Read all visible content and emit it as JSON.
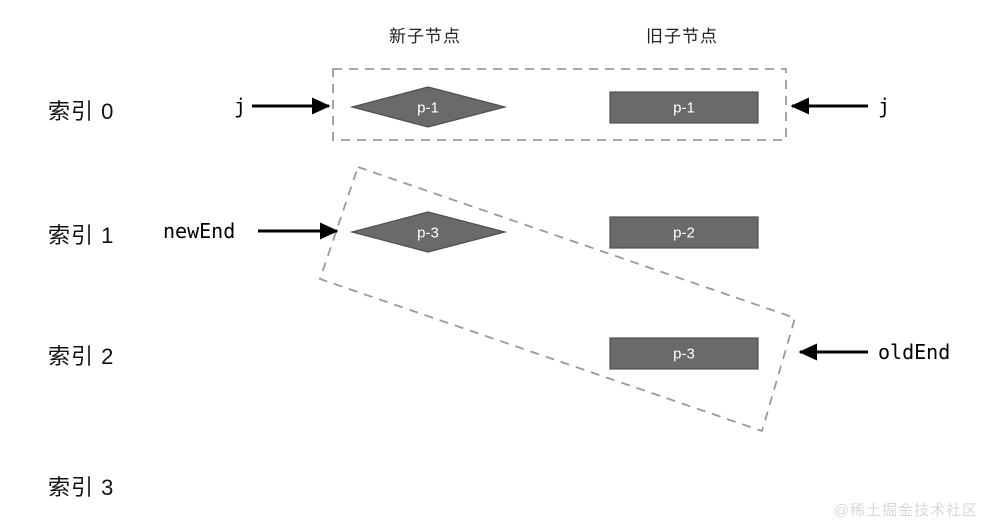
{
  "diagram": {
    "title_new_children": "新子节点",
    "title_old_children": "旧子节点",
    "watermark": "@稀土掘金技术社区",
    "colors": {
      "node_fill": "#6a6a6a",
      "node_stroke": "#4f4f4f",
      "node_label": "#ffffff",
      "dashed_box": "#9a9a9a",
      "arrow": "#000000",
      "text": "#111111",
      "watermark": "#d8d8d8",
      "background": "#ffffff"
    },
    "row_labels": [
      {
        "text": "索引 0"
      },
      {
        "text": "索引 1"
      },
      {
        "text": "索引 2"
      },
      {
        "text": "索引 3"
      }
    ],
    "new_children": [
      {
        "label": "p-1",
        "shape": "diamond",
        "row": 0
      },
      {
        "label": "p-3",
        "shape": "diamond",
        "row": 1
      }
    ],
    "old_children": [
      {
        "label": "p-1",
        "shape": "rect",
        "row": 0
      },
      {
        "label": "p-2",
        "shape": "rect",
        "row": 1
      },
      {
        "label": "p-3",
        "shape": "rect",
        "row": 2
      }
    ],
    "pointers": [
      {
        "name": "j",
        "label": "j",
        "side": "left",
        "row": 0
      },
      {
        "name": "j",
        "label": "j",
        "side": "right",
        "row": 0
      },
      {
        "name": "newEnd",
        "label": "newEnd",
        "side": "left",
        "row": 1
      },
      {
        "name": "oldEnd",
        "label": "oldEnd",
        "side": "right",
        "row": 2
      }
    ],
    "groups": [
      {
        "name": "matched-pair-group",
        "style": "dashed-rect",
        "spans": "row 0 new p-1 and old p-1"
      },
      {
        "name": "remaining-range-group",
        "style": "dashed-skewed-quad",
        "spans": "new p-3 to old p-3"
      }
    ]
  }
}
